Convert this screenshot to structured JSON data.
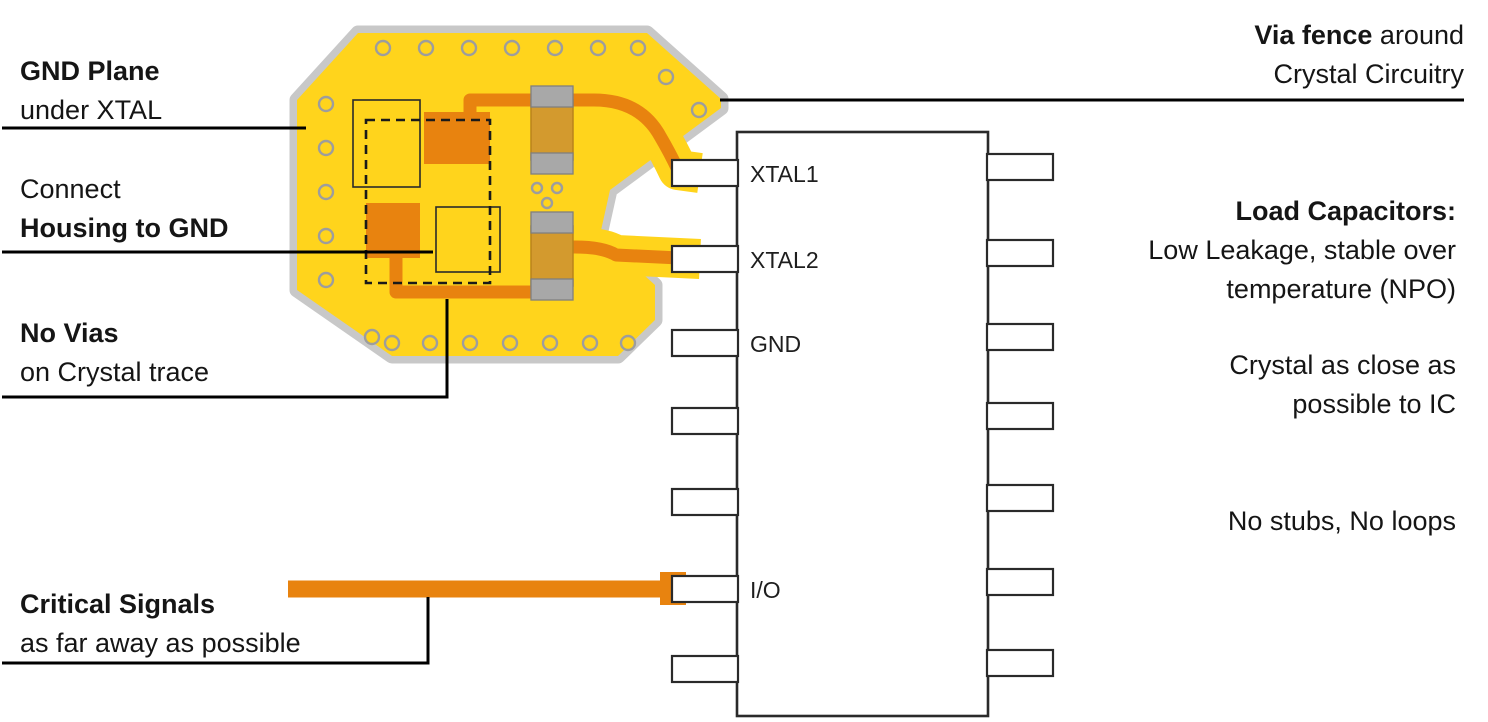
{
  "colors": {
    "pcb_yellow": "#FFD41C",
    "trace_orange": "#E8830F",
    "board_edge_gray": "#C8C8C8",
    "capacitor_body": "#D39A2E",
    "capacitor_terminal": "#A8A8A8",
    "annotation_black": "#151515"
  },
  "ic": {
    "pins": {
      "xtal1": "XTAL1",
      "xtal2": "XTAL2",
      "gnd": "GND",
      "io": "I/O"
    }
  },
  "annotations": {
    "gnd_plane": {
      "line1": "GND Plane",
      "line2": "under XTAL"
    },
    "connect_housing": {
      "line1": "Connect",
      "line2": "Housing to GND"
    },
    "no_vias": {
      "line1": "No Vias",
      "line2": "on Crystal trace"
    },
    "critical_signals": {
      "line1": "Critical Signals",
      "line2": "as far away as possible"
    },
    "via_fence": {
      "line1_bold": "Via fence",
      "line1_rest": "around",
      "line2": "Crystal Circuitry"
    },
    "load_capacitors": {
      "line1": "Load Capacitors:",
      "line2": "Low Leakage, stable over",
      "line3": "temperature (NPO)"
    },
    "crystal_close": {
      "line1": "Crystal as close as",
      "line2": "possible to IC"
    },
    "no_stubs": {
      "line1": "No stubs, No loops"
    }
  }
}
